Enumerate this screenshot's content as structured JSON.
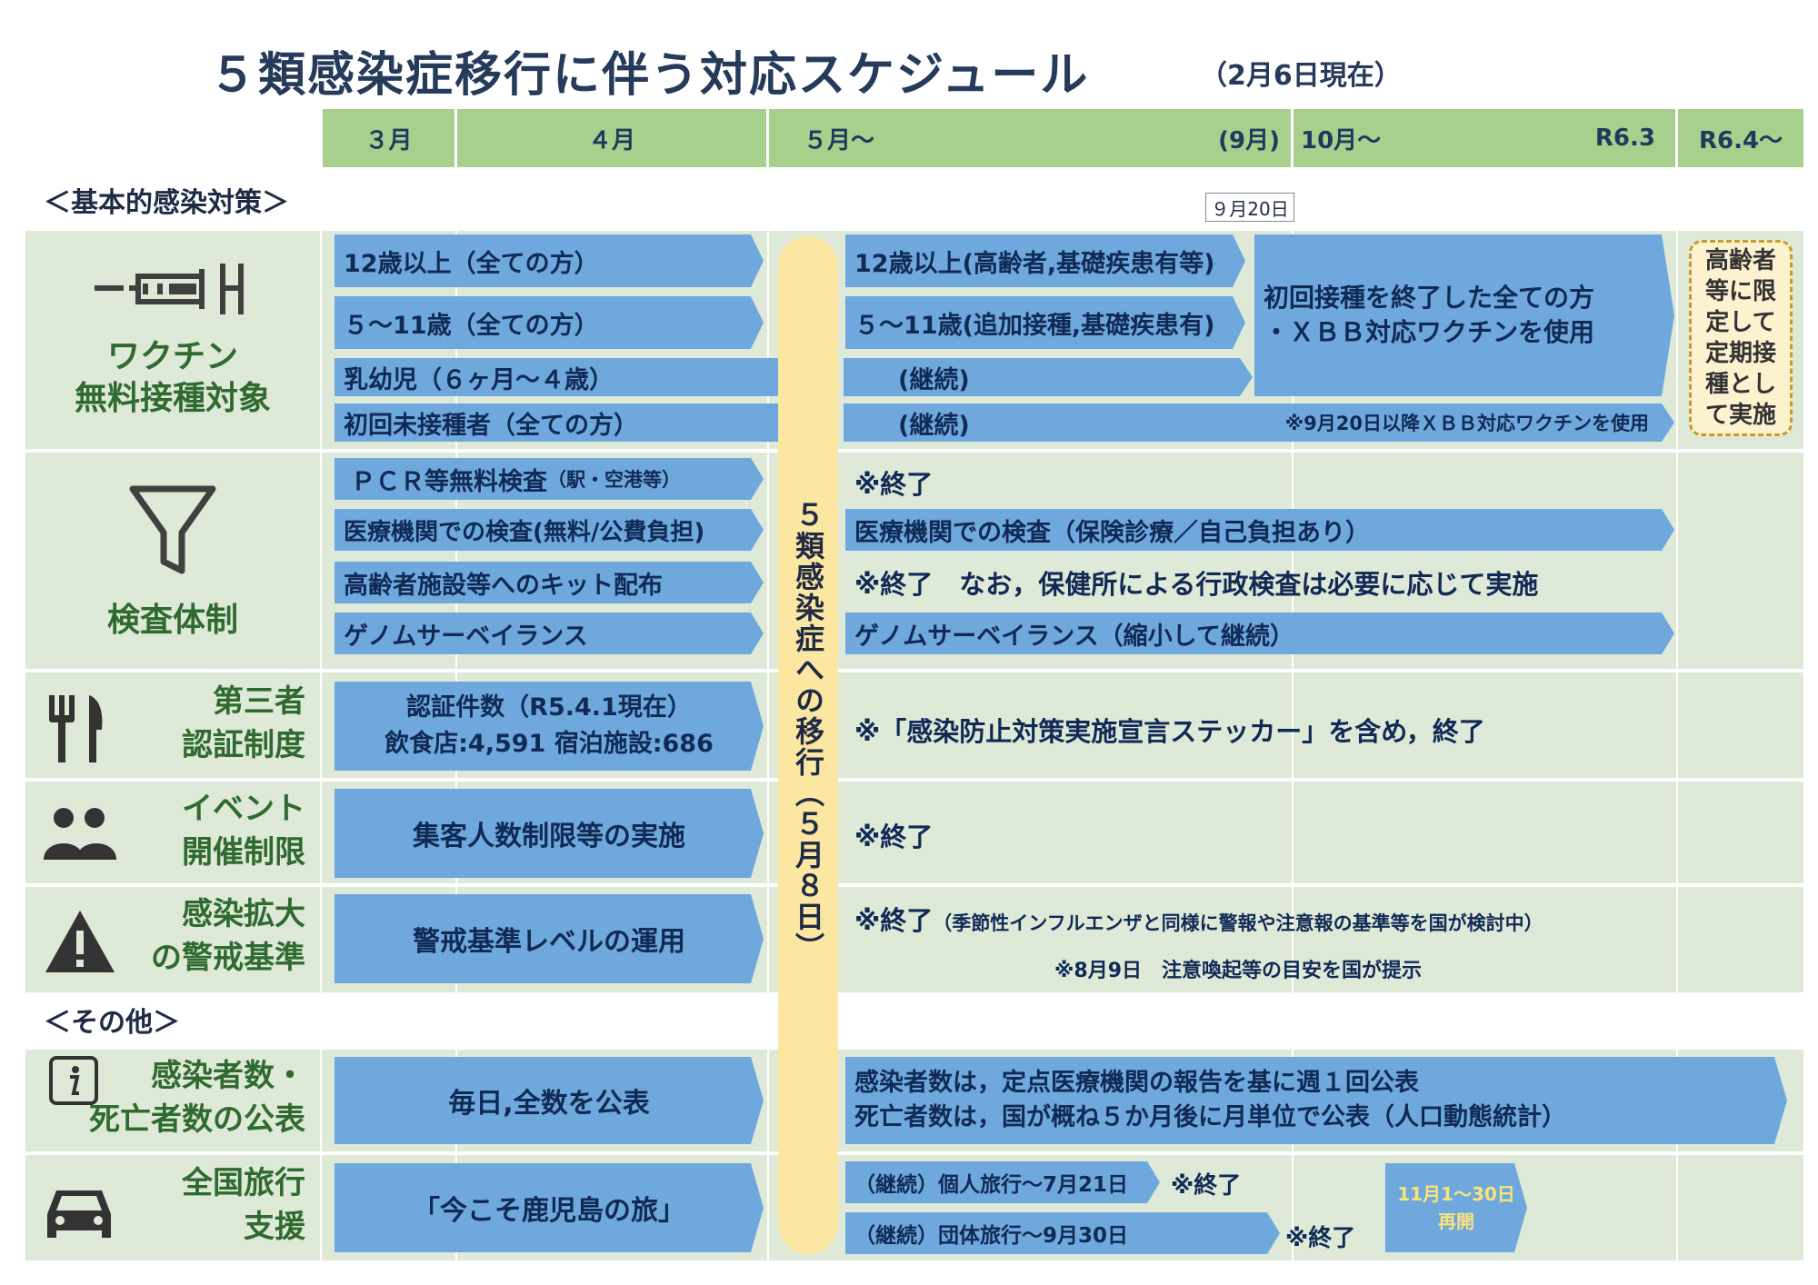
{
  "title": "５類感染症移行に伴う対応スケジュール",
  "subtitle": "（2月6日現在）",
  "header": {
    "m3": "３月",
    "m4": "４月",
    "m5": "５月～",
    "m9": "(9月)",
    "m10": "10月～",
    "r63": "R6.3",
    "r64": "R6.4～"
  },
  "sections": {
    "basic": "＜基本的感染対策＞",
    "other": "＜その他＞"
  },
  "sep20_label": "９月20日",
  "pillar_label": "５類感染症への移行（５月８日）",
  "vaccine": {
    "cat1": "ワクチン",
    "cat2": "無料接種対象",
    "b1": "12歳以上（全ての方）",
    "b2": "５～11歳（全ての方）",
    "b3": "乳幼児（６ヶ月～４歳）",
    "b4": "初回未接種者（全ての方）",
    "a1": "12歳以上(高齢者,基礎疾患有等)",
    "a2": "５～11歳(追加接種,基礎疾患有)",
    "a3": "(継続)",
    "a4": "(継続)",
    "big1": "初回接種を終了した全ての方",
    "big2": "・ＸＢＢ対応ワクチンを使用",
    "note": "※9月20日以降ＸＢＢ対応ワクチンを使用",
    "r64": "高齢者等に限定して定期接種として実施"
  },
  "testing": {
    "cat": "検査体制",
    "b1": "ＰＣＲ等無料検査",
    "b1s": "（駅・空港等）",
    "b2": "医療機関での検査(無料/公費負担)",
    "b3": "高齢者施設等へのキット配布",
    "b4": "ゲノムサーベイランス",
    "a1": "※終了",
    "a2": "医療機関での検査（保険診療／自己負担あり）",
    "a3": "※終了　なお，保健所による行政検査は必要に応じて実施",
    "a4": "ゲノムサーベイランス（縮小して継続）"
  },
  "cert": {
    "cat1": "第三者",
    "cat2": "認証制度",
    "b1": "認証件数（R5.4.1現在）",
    "b2": "飲食店:4,591 宿泊施設:686",
    "a": "※「感染防止対策実施宣言ステッカー」を含め，終了"
  },
  "event": {
    "cat1": "イベント",
    "cat2": "開催制限",
    "b": "集客人数制限等の実施",
    "a": "※終了"
  },
  "alert": {
    "cat1": "感染拡大",
    "cat2": "の警戒基準",
    "b": "警戒基準レベルの運用",
    "a1": "※終了",
    "a1s": "（季節性インフルエンザと同様に警報や注意報の基準等を国が検討中）",
    "a2": "※8月9日　注意喚起等の目安を国が提示"
  },
  "pub": {
    "cat1": "感染者数・",
    "cat2": "死亡者数の公表",
    "b": "毎日,全数を公表",
    "a1": "感染者数は，定点医療機関の報告を基に週１回公表",
    "a2": "死亡者数は，国が概ね５か月後に月単位で公表（人口動態統計）"
  },
  "travel": {
    "cat1": "全国旅行",
    "cat2": "支援",
    "b": "「今こそ鹿児島の旅」",
    "a1": "（継続）個人旅行～7月21日",
    "n1": "※終了",
    "a2": "（継続）団体旅行～9月30日",
    "n2": "※終了",
    "re1": "11月1～30日",
    "re2": "再開"
  },
  "icons": [
    "syringe-icon",
    "funnel-icon",
    "utensils-icon",
    "people-icon",
    "warning-icon",
    "info-icon",
    "car-icon"
  ],
  "colors": {
    "header": "#a8d08d",
    "bar": "#6fa8dc",
    "pillar": "#fbe6a2",
    "row": "#dfe9d8"
  }
}
